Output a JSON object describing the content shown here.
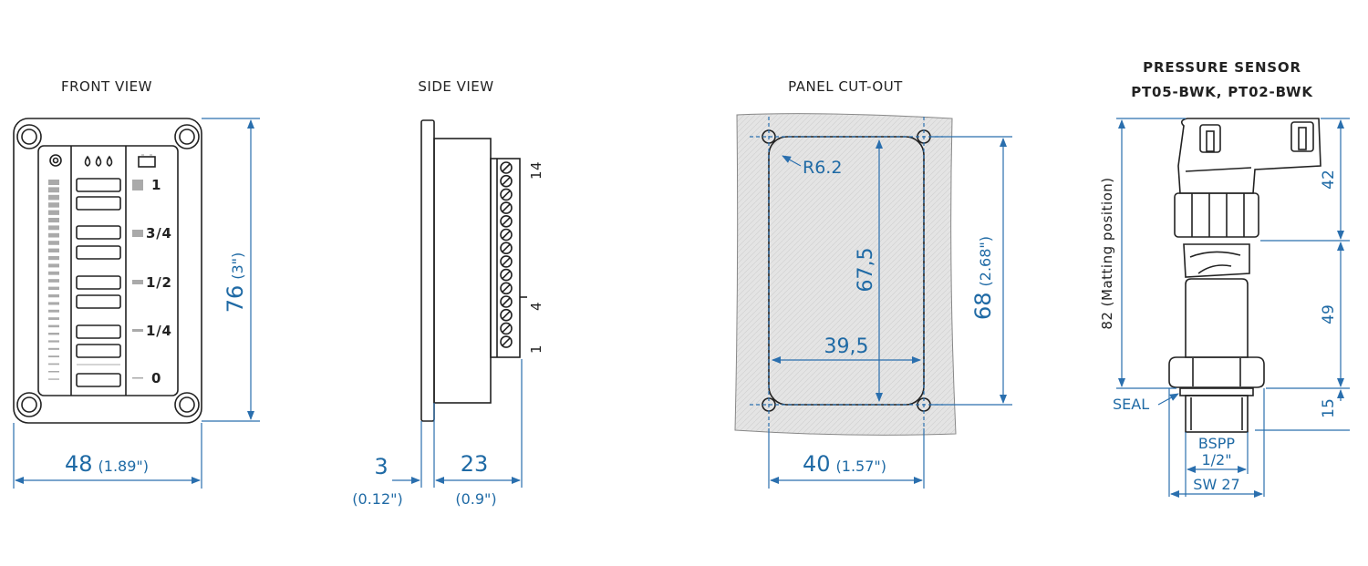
{
  "views": {
    "front": "FRONT VIEW",
    "side": "SIDE VIEW",
    "cutout": "PANEL CUT-OUT",
    "sensor_title_1": "PRESSURE SENSOR",
    "sensor_title_2": "PT05-BWK, PT02-BWK"
  },
  "front": {
    "height_main": "76",
    "height_inch": "(3\")",
    "width_main": "48",
    "width_inch": "(1.89\")",
    "scale": [
      "1",
      "3/4",
      "1/2",
      "1/4",
      "0"
    ]
  },
  "side": {
    "d1_main": "3",
    "d1_inch": "(0.12\")",
    "d2_main": "23",
    "d2_inch": "(0.9\")",
    "pins": [
      "14",
      "4",
      "1"
    ]
  },
  "cutout": {
    "radius": "R6.2",
    "inner_h": "67,5",
    "inner_w": "39,5",
    "outer_h_main": "68",
    "outer_h_inch": "(2.68\")",
    "outer_w_main": "40",
    "outer_w_inch": "(1.57\")"
  },
  "sensor": {
    "total": "82 (Matting position)",
    "top": "42",
    "mid": "49",
    "bottom": "15",
    "seal": "SEAL",
    "bspp_1": "BSPP",
    "bspp_2": "1/2\"",
    "sw": "SW 27"
  },
  "colors": {
    "dimension": "#2a6fae",
    "outline": "#222222"
  }
}
